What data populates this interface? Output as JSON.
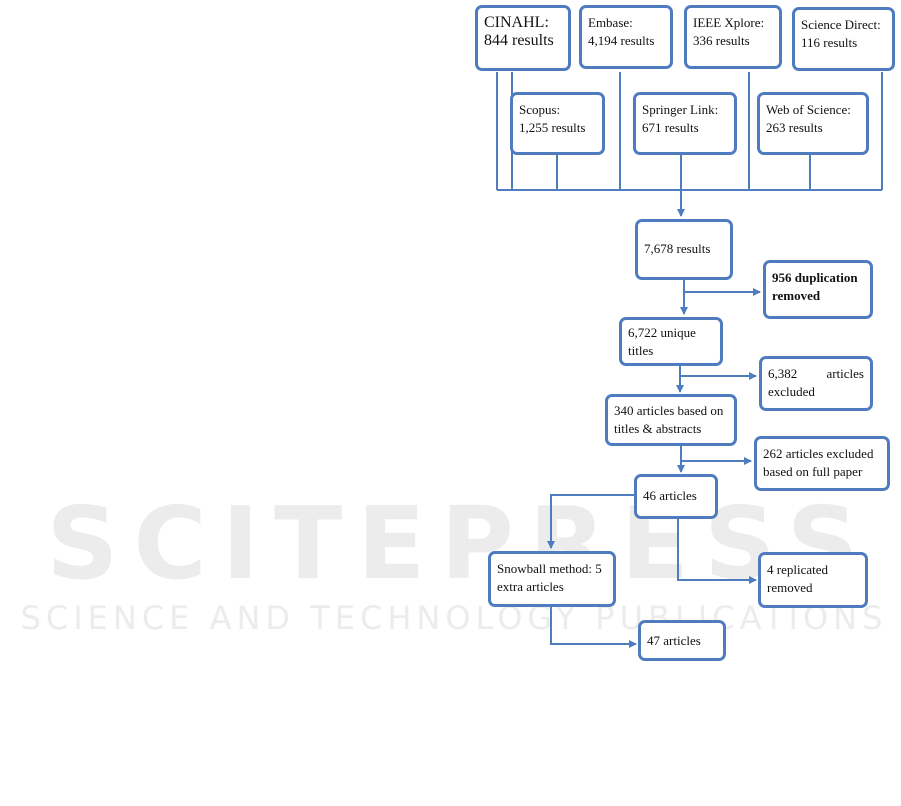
{
  "watermark": {
    "title": "SCITEPRESS",
    "subtitle": "SCIENCE AND TECHNOLOGY PUBLICATIONS"
  },
  "databases": [
    {
      "name": "CINAHL:",
      "results": "844 results"
    },
    {
      "name": "Embase:",
      "results": "4,194 results"
    },
    {
      "name": "IEEE Xplore:",
      "results": "336 results"
    },
    {
      "name": "Science Direct:",
      "results": "116 results"
    },
    {
      "name": "Scopus:",
      "results": "1,255 results"
    },
    {
      "name": "Springer Link:",
      "results": "671 results"
    },
    {
      "name": "Web of Science:",
      "results": "263 results"
    }
  ],
  "steps": {
    "total": "7,678 results",
    "duplicates": "956 duplication removed",
    "unique": "6,722 unique titles",
    "excluded_titles_a": "6,382",
    "excluded_titles_b": "articles",
    "excluded_titles_c": "excluded",
    "screened": "340 articles based on titles & abstracts",
    "excluded_full": "262 articles excluded based on full paper",
    "included": "46 articles",
    "snowball": "Snowball method: 5 extra articles",
    "replicated": "4 replicated removed",
    "final": "47 articles"
  },
  "colors": {
    "box_border": "#4f7bbf",
    "connector": "#4f7bbf",
    "watermark": "#ececec"
  }
}
